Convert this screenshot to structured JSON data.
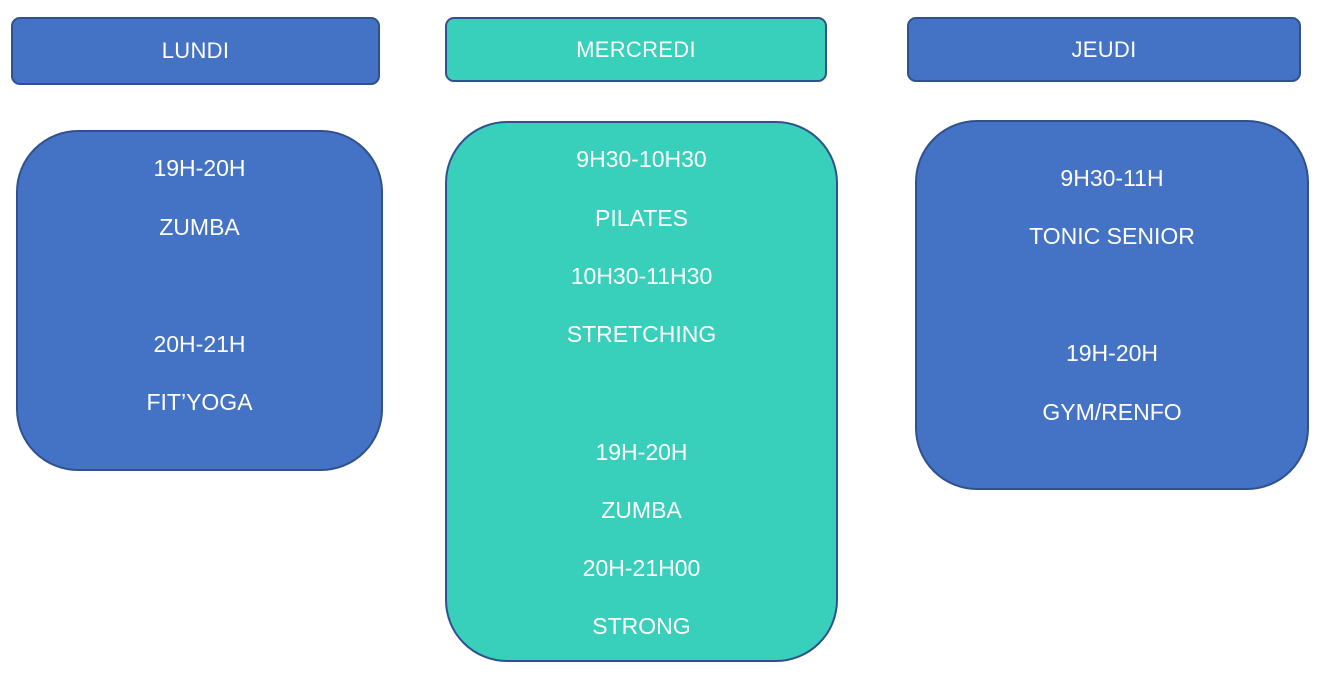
{
  "colors": {
    "blue": "#4472c4",
    "teal": "#38cfbb",
    "border": "#2f528f",
    "text": "#ffffff"
  },
  "days": {
    "monday": {
      "label": "LUNDI",
      "sessions": [
        {
          "time": "19H-20H",
          "activity": "ZUMBA"
        },
        {
          "time": "20H-21H",
          "activity": "FIT’YOGA"
        }
      ]
    },
    "wednesday": {
      "label": "MERCREDI",
      "sessions": [
        {
          "time": "9H30-10H30",
          "activity": "PILATES"
        },
        {
          "time": "10H30-11H30",
          "activity": "STRETCHING"
        },
        {
          "time": "19H-20H",
          "activity": "ZUMBA"
        },
        {
          "time": "20H-21H00",
          "activity": "STRONG"
        }
      ]
    },
    "thursday": {
      "label": "JEUDI",
      "sessions": [
        {
          "time": "9H30-11H",
          "activity": "TONIC SENIOR"
        },
        {
          "time": "19H-20H",
          "activity": "GYM/RENFO"
        }
      ]
    }
  }
}
